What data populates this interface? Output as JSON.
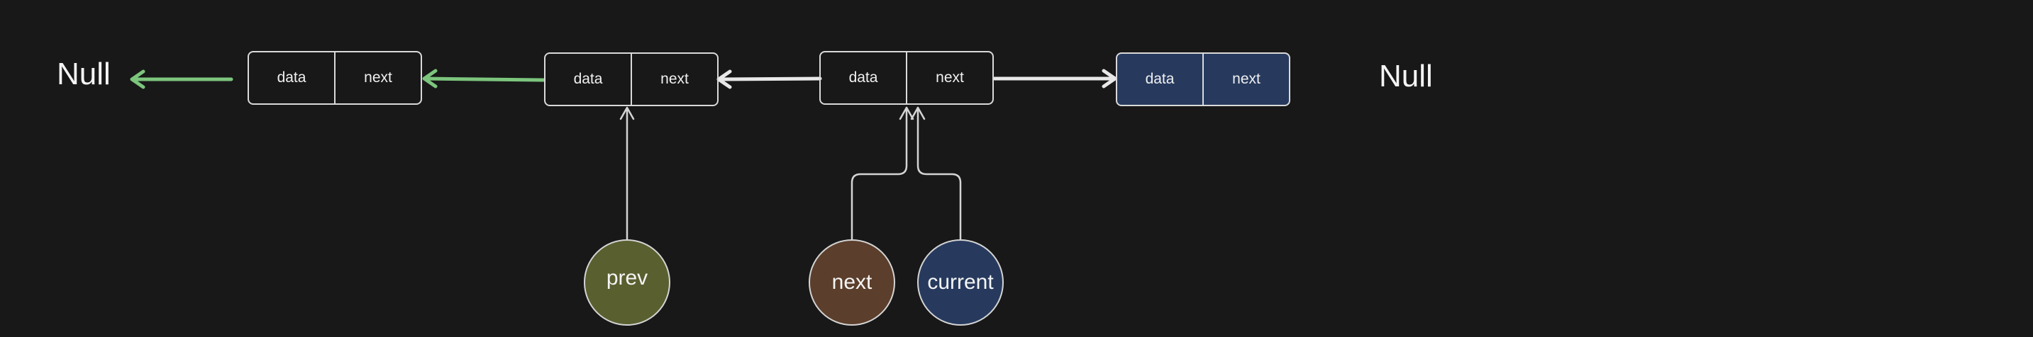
{
  "null_left": "Null",
  "null_right": "Null",
  "colors": {
    "background": "#181818",
    "reversed_link": "#7cc57d",
    "forward_link": "#e8e8e8",
    "current_node_fill": "#273a5e",
    "prev_fill": "#5a5f2f",
    "next_fill": "#5b3e2b",
    "current_fill": "#273a5e"
  },
  "nodes": [
    {
      "data": "data",
      "next": "next"
    },
    {
      "data": "data",
      "next": "next"
    },
    {
      "data": "data",
      "next": "next"
    },
    {
      "data": "data",
      "next": "next"
    }
  ],
  "pointers": {
    "prev": "prev",
    "next": "next",
    "current": "current"
  }
}
